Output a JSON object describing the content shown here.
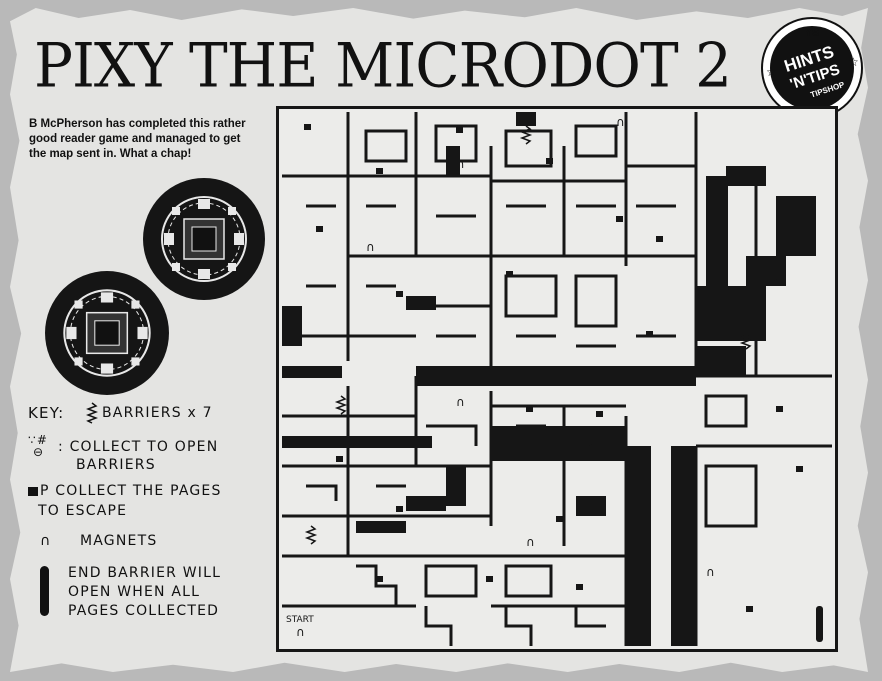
{
  "header": {
    "title": "PIXY THE MICRODOT 2",
    "badge_top": "YS",
    "badge_mid1": "HINTS",
    "badge_mid2": "'N'TIPS",
    "badge_bottom": "TIPSHOP"
  },
  "intro": {
    "author": "B McPherson",
    "text": " has completed this rather good reader game and managed to get the map sent in. What a chap!"
  },
  "key": {
    "label": "KEY:",
    "barriers": "BARRIERS x 7",
    "collect_line1": ": COLLECT TO OPEN",
    "collect_line2": "BARRIERS",
    "pages_line1": "P COLLECT THE PAGES",
    "pages_line2": "TO ESCAPE",
    "magnets": "MAGNETS",
    "end_line1": "END BARRIER WILL",
    "end_line2": "OPEN WHEN ALL",
    "end_line3": "PAGES COLLECTED"
  },
  "map": {
    "start_label": "START",
    "colors": {
      "ink": "#161616",
      "paper": "#ececea"
    }
  }
}
